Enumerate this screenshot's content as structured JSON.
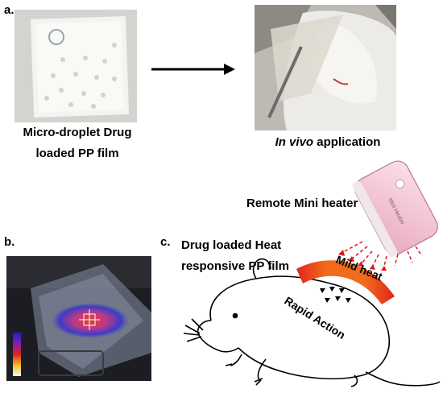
{
  "panel_labels": {
    "a": "a.",
    "b": "b.",
    "c": "c."
  },
  "panel_a": {
    "film_caption_line1": "Micro-droplet Drug",
    "film_caption_line2": "loaded PP film",
    "in_vivo_italic": "In vivo",
    "in_vivo_rest": " application"
  },
  "panel_c": {
    "heater_label": "Remote Mini heater",
    "heater_device_text": "Mini Heater",
    "film_label_line1": "Drug loaded Heat",
    "film_label_line2": "responsive PP film",
    "mild_heat": "Mild heat",
    "rapid_action": "Rapid Action"
  },
  "colors": {
    "arc_orange": "#f26a1b",
    "arc_red": "#e0261c",
    "heat_arrows": "#e3161b",
    "heater_body": "#f7c2d3",
    "thermal_hot": "#e8402a"
  }
}
